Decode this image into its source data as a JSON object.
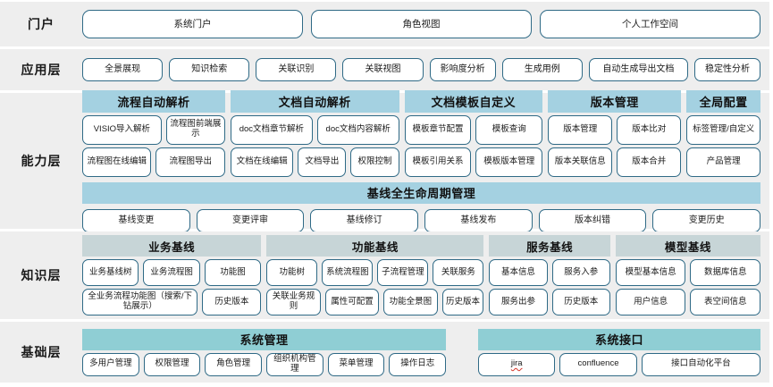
{
  "colors": {
    "band_bg": "#eeeeee",
    "pill_border": "#2f6a86",
    "capability_header": "#a4d1e1",
    "knowledge_header": "#c7d5d7",
    "base_header": "#8fced4",
    "spellcheck_underline": "#d6372b"
  },
  "layers": {
    "portal": {
      "label": "门户",
      "items": [
        {
          "label": "系统门户"
        },
        {
          "label": "角色视图"
        },
        {
          "label": "个人工作空间"
        }
      ]
    },
    "application": {
      "label": "应用层",
      "items": [
        {
          "label": "全景展现"
        },
        {
          "label": "知识检索"
        },
        {
          "label": "关联识别"
        },
        {
          "label": "关联视图"
        },
        {
          "label": "影响度分析"
        },
        {
          "label": "生成用例"
        },
        {
          "label": "自动生成导出文档"
        },
        {
          "label": "稳定性分析"
        }
      ]
    },
    "capability": {
      "label": "能力层",
      "groups": [
        {
          "title": "流程自动解析",
          "row1": [
            "VISIO导入解析",
            "流程图前端展示"
          ],
          "row2": [
            "流程图在线编辑",
            "流程图导出"
          ]
        },
        {
          "title": "文档自动解析",
          "row1": [
            "doc文档章节解析",
            "doc文档内容解析"
          ],
          "row2": [
            "文档在线编辑",
            "文档导出",
            "权限控制"
          ]
        },
        {
          "title": "文档模板自定义",
          "row1": [
            "模板章节配置",
            "模板查询"
          ],
          "row2": [
            "模板引用关系",
            "模板版本管理"
          ]
        },
        {
          "title": "版本管理",
          "row1": [
            "版本管理",
            "版本比对"
          ],
          "row2": [
            "版本关联信息",
            "版本合并"
          ]
        },
        {
          "title": "全局配置",
          "row1": [
            "标签管理/自定义"
          ],
          "row2": [
            "产品管理"
          ]
        }
      ],
      "lifecycle": {
        "title": "基线全生命周期管理",
        "items": [
          "基线变更",
          "变更评审",
          "基线修订",
          "基线发布",
          "版本纠错",
          "变更历史"
        ]
      }
    },
    "knowledge": {
      "label": "知识层",
      "groups": [
        {
          "title": "业务基线",
          "row1": [
            "业务基线树",
            "业务流程图",
            "功能图"
          ],
          "row2": [
            "全业务流程功能图（搜索/下钻展示）",
            "历史版本"
          ]
        },
        {
          "title": "功能基线",
          "row1": [
            "功能树",
            "系统流程图",
            "子流程管理",
            "关联服务"
          ],
          "row2": [
            "关联业务规则",
            "属性可配置",
            "功能全景图",
            "历史版本"
          ]
        },
        {
          "title": "服务基线",
          "row1": [
            "基本信息",
            "服务入参"
          ],
          "row2": [
            "服务出参",
            "历史版本"
          ]
        },
        {
          "title": "模型基线",
          "row1": [
            "模型基本信息",
            "数据库信息"
          ],
          "row2": [
            "用户信息",
            "表空间信息"
          ]
        }
      ]
    },
    "foundation": {
      "label": "基础层",
      "groups": [
        {
          "title": "系统管理",
          "items": [
            "多用户管理",
            "权限管理",
            "角色管理",
            "组织机构管理",
            "菜单管理",
            "操作日志"
          ]
        },
        {
          "title": "系统接口",
          "items": [
            "jira",
            "confluence",
            "接口自动化平台"
          ]
        }
      ]
    }
  }
}
